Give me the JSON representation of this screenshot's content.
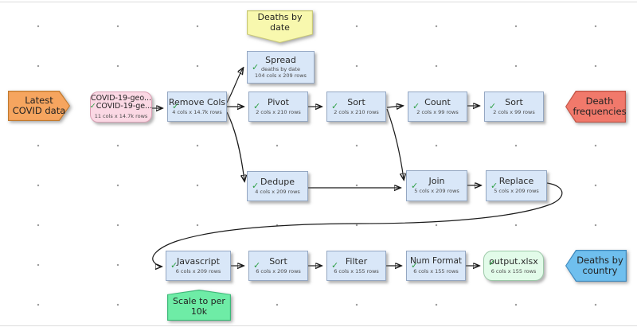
{
  "glyphs": {
    "check": "✓"
  },
  "colors": {
    "node_fill": "#d9e7f8",
    "node_border": "#94a7c2",
    "input_fill": "#fbd8e4",
    "input_border": "#d9a0b4",
    "output_fill": "#e2fbe9",
    "output_border": "#9cc9a8",
    "flag_orange": "#f6a55f",
    "flag_orange_border": "#c27a2e",
    "flag_red": "#f1796b",
    "flag_red_border": "#c05345",
    "flag_blue": "#6fbfee",
    "flag_blue_border": "#3f89bd",
    "note_yellow": "#f8f8ae",
    "note_yellow_border": "#c9c977",
    "note_green": "#6eeca6",
    "note_green_border": "#3cb878",
    "check_green": "#2d9f44"
  },
  "flags": {
    "latest": {
      "lines": [
        "Latest",
        "COVID data"
      ]
    },
    "death_freq": {
      "lines": [
        "Death",
        "frequencies"
      ]
    },
    "deaths_country": {
      "lines": [
        "Deaths by",
        "country"
      ]
    }
  },
  "notes": {
    "deaths_by_date": {
      "lines": [
        "Deaths by",
        "date"
      ]
    },
    "scale": {
      "lines": [
        "Scale to per",
        "10k"
      ]
    }
  },
  "input_node": {
    "line1": "COVID-19-geo...",
    "line2": "COVID-19-ge...",
    "stats": "11 cols x 14.7k rows"
  },
  "nodes": {
    "remove_cols": {
      "title": "Remove Cols",
      "stats": "4 cols x 14.7k rows"
    },
    "spread": {
      "title": "Spread",
      "note": "deaths by date",
      "stats": "104 cols x 209 rows"
    },
    "pivot": {
      "title": "Pivot",
      "stats": "2 cols x 210 rows"
    },
    "sort1": {
      "title": "Sort",
      "stats": "2 cols x 210 rows"
    },
    "count": {
      "title": "Count",
      "stats": "2 cols x 99 rows"
    },
    "sort2": {
      "title": "Sort",
      "stats": "2 cols x 99 rows"
    },
    "dedupe": {
      "title": "Dedupe",
      "stats": "4 cols x 209 rows"
    },
    "join": {
      "title": "Join",
      "stats": "5 cols x 209 rows"
    },
    "replace": {
      "title": "Replace",
      "stats": "5 cols x 209 rows"
    },
    "javascript": {
      "title": "Javascript",
      "stats": "6 cols x 209 rows"
    },
    "sort3": {
      "title": "Sort",
      "stats": "6 cols x 209 rows"
    },
    "filter": {
      "title": "Filter",
      "stats": "6 cols x 155 rows"
    },
    "num_format": {
      "title": "Num Format",
      "stats": "6 cols x 155 rows"
    },
    "output": {
      "title": "output.xlsx",
      "stats": "6 cols x 155 rows"
    }
  }
}
